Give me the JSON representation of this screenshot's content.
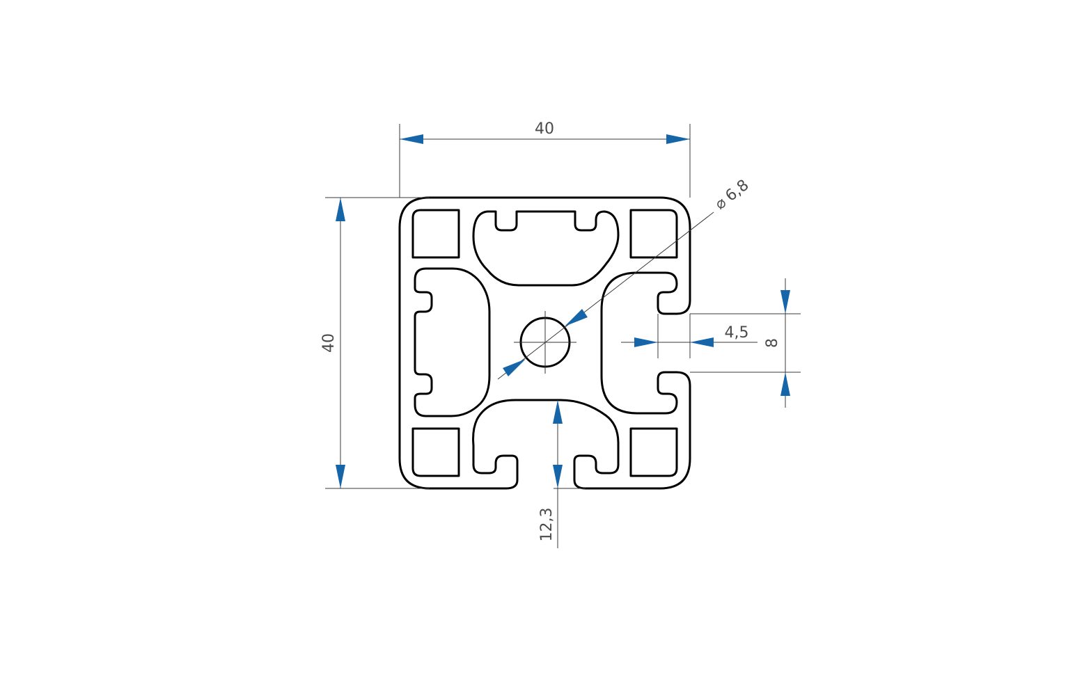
{
  "colors": {
    "profile_stroke": "#000000",
    "dimension_line": "#3a3a3a",
    "arrow_fill": "#1565a8",
    "dimension_text": "#4a4a4a",
    "background": "#ffffff"
  },
  "dimensions": {
    "width": "40",
    "height": "40",
    "bore_diameter": "6,8",
    "bore_symbol": "⌀",
    "slot_depth": "4,5",
    "slot_width": "8",
    "slot_offset": "12,3"
  }
}
